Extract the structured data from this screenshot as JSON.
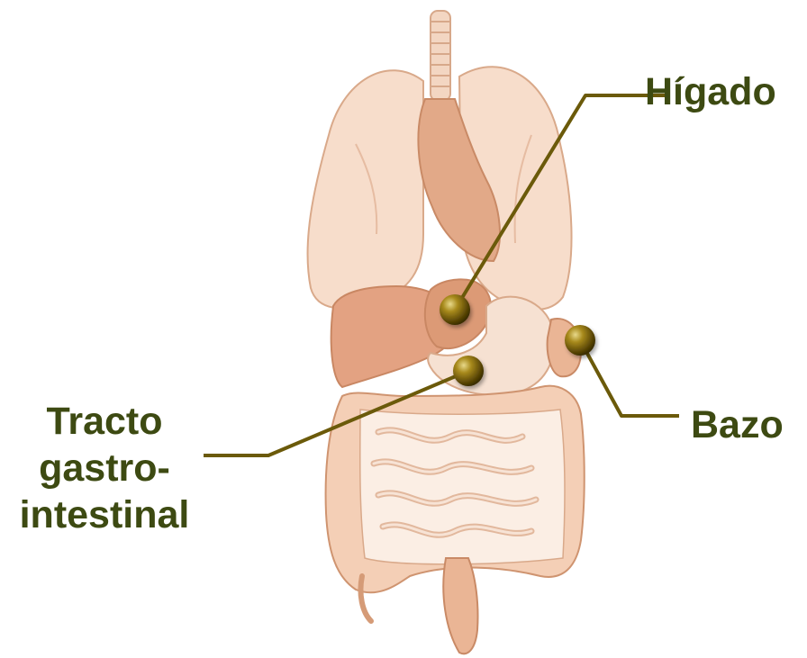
{
  "labels": {
    "higado": "Hígado",
    "bazo": "Bazo",
    "tracto": [
      "Tracto",
      "gastro-",
      "intestinal"
    ]
  },
  "colors": {
    "label_text": "#3d4a12",
    "leader_line": "#6b5a0a",
    "marker": "#8a7412",
    "organ_light": "#f6d8c3",
    "organ_mid": "#eab595",
    "organ_dark": "#d98e62",
    "outline": "#c98a66"
  },
  "icons": {
    "marker": "sphere-marker",
    "illustration": "human-internal-organs"
  }
}
